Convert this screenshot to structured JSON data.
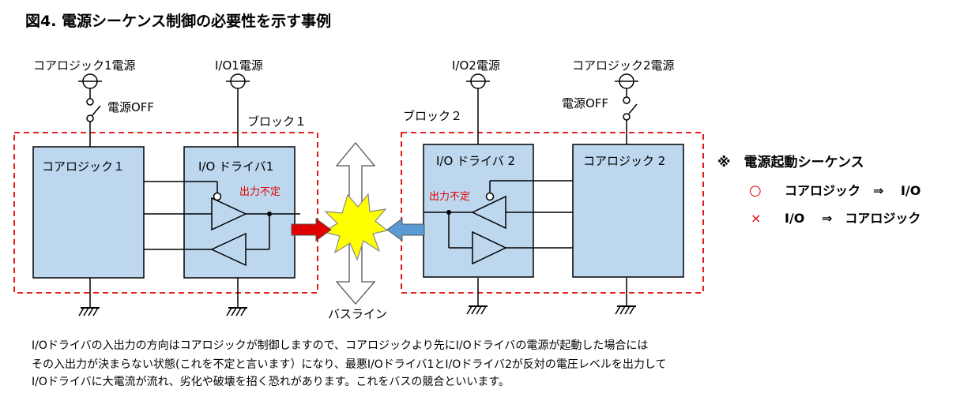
{
  "title": "図4. 電源シーケンス制御の必要性を示す事例",
  "power_labels": {
    "core1": "コアロジック1電源",
    "io1": "I/O1電源",
    "io2": "I/O2電源",
    "core2": "コアロジック2電源"
  },
  "switch_labels": {
    "left": "電源OFF",
    "right": "電源OFF"
  },
  "blocks": {
    "block1": "ブロック１",
    "block2": "ブロック２",
    "core1": "コアロジック１",
    "driver1": "I/O ドライバ1",
    "driver2": "I/O ドライバ 2",
    "core2": "コアロジック 2"
  },
  "undefined_output": {
    "left": "出力不定",
    "right": "出力不定"
  },
  "bus_line": "バスライン",
  "sequence": {
    "heading": "※　電源起動シーケンス",
    "ok": {
      "mark": "○",
      "text": "コアロジック　⇒　 I/O"
    },
    "ng": {
      "mark": "×",
      "text": "I/O　 ⇒　コアロジック"
    }
  },
  "description": [
    "I/Oドライバの入出力の方向はコアロジックが制御しますので、コアロジックより先にI/Oドライバの電源が起動した場合には",
    "その入出力が決まらない状態(これを不定と言います）になり、最悪I/Oドライバ1とI/Oドライバ2が反対の電圧レベルを出力して",
    "I/Oドライバに大電流が流れ、劣化や破壊を招く恐れがあります。これをバスの競合といいます。"
  ],
  "colors": {
    "block_fill": "#bdd7ee",
    "dashed_border": "#e00000",
    "alert_text": "#e00000",
    "clash_fill": "#ffff00",
    "arrow_left": "#e00000",
    "arrow_right": "#5b9bd5"
  }
}
